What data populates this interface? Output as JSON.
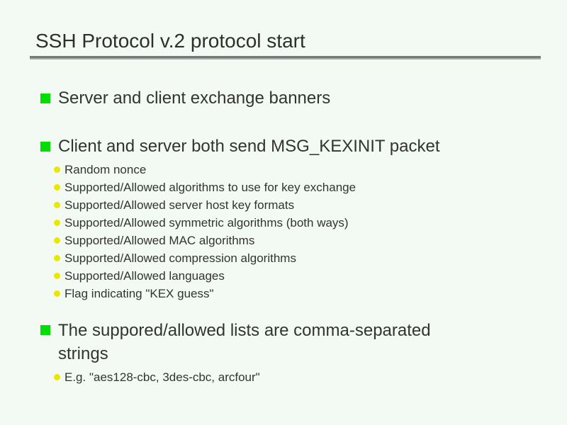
{
  "slide": {
    "title": "SSH Protocol v.2 protocol start",
    "colors": {
      "background": "#f3faf3",
      "title_text": "#2e2e2e",
      "body_text": "#333333",
      "level1_bullet": "#00dd00",
      "level2_bullet": "#e8e800",
      "rule_dark": "#75797a",
      "rule_light": "#a6aba6"
    },
    "bullets": [
      {
        "level": 1,
        "text": "Server and client exchange banners"
      },
      {
        "level": 1,
        "text": "Client and server both send MSG_KEXINIT packet"
      },
      {
        "level": 2,
        "text": "Random nonce"
      },
      {
        "level": 2,
        "text": "Supported/Allowed algorithms to use for key exchange"
      },
      {
        "level": 2,
        "text": "Supported/Allowed server host key formats"
      },
      {
        "level": 2,
        "text": "Supported/Allowed symmetric algorithms (both ways)"
      },
      {
        "level": 2,
        "text": "Supported/Allowed MAC algorithms"
      },
      {
        "level": 2,
        "text": "Supported/Allowed compression algorithms"
      },
      {
        "level": 2,
        "text": "Supported/Allowed languages"
      },
      {
        "level": 2,
        "text": "Flag indicating \"KEX guess\""
      },
      {
        "level": 1,
        "text": "The suppored/allowed lists are comma-separated",
        "text2": "strings"
      },
      {
        "level": 2,
        "text": "E.g. \"aes128-cbc, 3des-cbc, arcfour\""
      }
    ]
  }
}
